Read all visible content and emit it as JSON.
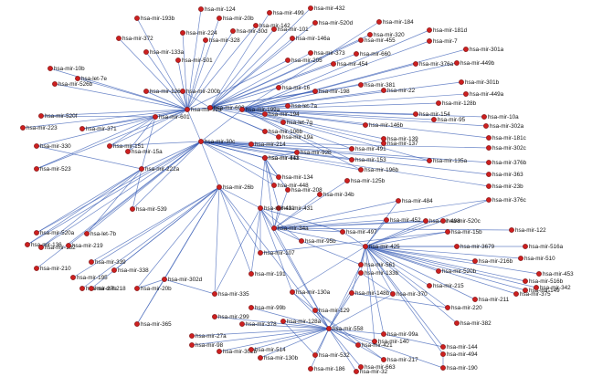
{
  "network": {
    "colors": {
      "edge": "#3a5db5",
      "node": "#cc1f1f",
      "label": "#111111"
    },
    "nodes": [
      {
        "id": "n1",
        "label": "hsa-mir-124"
      },
      {
        "id": "n2",
        "label": "hsa-mir-499"
      },
      {
        "id": "n3",
        "label": "hsa-mir-432"
      },
      {
        "id": "n4",
        "label": "hsa-mir-193b"
      },
      {
        "id": "n5",
        "label": "hsa-mir-20b"
      },
      {
        "id": "n6",
        "label": "hsa-mir-142"
      },
      {
        "id": "n7",
        "label": "hsa-mir-101"
      },
      {
        "id": "n8",
        "label": "hsa-mir-520d"
      },
      {
        "id": "n9",
        "label": "hsa-mir-184"
      },
      {
        "id": "n10",
        "label": "hsa-mir-372"
      },
      {
        "id": "n11",
        "label": "hsa-mir-224"
      },
      {
        "id": "n12",
        "label": "hsa-mir-30d"
      },
      {
        "id": "n13",
        "label": "hsa-mir-146a"
      },
      {
        "id": "n14",
        "label": "hsa-mir-320"
      },
      {
        "id": "n15",
        "label": "hsa-mir-181d"
      },
      {
        "id": "n16",
        "label": "hsa-mir-328"
      },
      {
        "id": "n17",
        "label": "hsa-mir-455"
      },
      {
        "id": "n18",
        "label": "hsa-mir-7"
      },
      {
        "id": "n19",
        "label": "hsa-mir-301a"
      },
      {
        "id": "n20",
        "label": "hsa-mir-133a"
      },
      {
        "id": "n21",
        "label": "hsa-mir-501"
      },
      {
        "id": "n22",
        "label": "hsa-mir-205"
      },
      {
        "id": "n23",
        "label": "hsa-mir-373"
      },
      {
        "id": "n24",
        "label": "hsa-mir-660"
      },
      {
        "id": "n25",
        "label": "hsa-mir-454"
      },
      {
        "id": "n26",
        "label": "hsa-mir-376a"
      },
      {
        "id": "n27",
        "label": "hsa-mir-449b"
      },
      {
        "id": "n28",
        "label": "hsa-mir-10b"
      },
      {
        "id": "n29",
        "label": "hsa-let-7e"
      },
      {
        "id": "n30",
        "label": "hsa-mir-526b"
      },
      {
        "id": "n31",
        "label": "hsa-mir-381"
      },
      {
        "id": "n32",
        "label": "hsa-mir-301b"
      },
      {
        "id": "n33",
        "label": "hsa-mir-449a"
      },
      {
        "id": "n34",
        "label": "hsa-mir-16"
      },
      {
        "id": "n35",
        "label": "hsa-mir-198"
      },
      {
        "id": "n36",
        "label": "hsa-mir-22"
      },
      {
        "id": "n37",
        "label": "hsa-mir-128b"
      },
      {
        "id": "n38",
        "label": "hsa-let-7a"
      },
      {
        "id": "n39",
        "label": "hsa-mir-154"
      },
      {
        "id": "n40",
        "label": "hsa-mir-95"
      },
      {
        "id": "n41",
        "label": "hsa-mir-10a"
      },
      {
        "id": "n42",
        "label": "hsa-mir-302a"
      },
      {
        "id": "n43",
        "label": "hsa-mir-520f"
      },
      {
        "id": "n44",
        "label": "hsa-mir-223"
      },
      {
        "id": "n45",
        "label": "hsa-mir-371"
      },
      {
        "id": "n46",
        "label": "hsa-mir-194"
      },
      {
        "id": "n47",
        "label": "hsa-let-7g"
      },
      {
        "id": "n48",
        "label": "hsa-mir-146b"
      },
      {
        "id": "n49",
        "label": "hsa-mir-139"
      },
      {
        "id": "n50",
        "label": "hsa-mir-137"
      },
      {
        "id": "n51",
        "label": "hsa-mir-181c"
      },
      {
        "id": "n52",
        "label": "hsa-mir-302c"
      },
      {
        "id": "n53",
        "label": "hsa-mir-330"
      },
      {
        "id": "n54",
        "label": "hsa-mir-15a"
      },
      {
        "id": "n55",
        "label": "hsa-mir-106b"
      },
      {
        "id": "n56",
        "label": "hsa-mir-19a"
      },
      {
        "id": "n57",
        "label": "hsa-mir-214"
      },
      {
        "id": "n58",
        "label": "hsa-mir-143"
      },
      {
        "id": "n59",
        "label": "hsa-mir-92b"
      },
      {
        "id": "n60",
        "label": "hsa-mir-491"
      },
      {
        "id": "n61",
        "label": "hsa-mir-153"
      },
      {
        "id": "n62",
        "label": "hsa-mir-196b"
      },
      {
        "id": "n63",
        "label": "hsa-mir-135a"
      },
      {
        "id": "n64",
        "label": "hsa-mir-376b"
      },
      {
        "id": "n65",
        "label": "hsa-mir-363"
      },
      {
        "id": "n66",
        "label": "hsa-mir-23b"
      },
      {
        "id": "n67",
        "label": "hsa-mir-125b"
      },
      {
        "id": "n68",
        "label": "hsa-mir-208"
      },
      {
        "id": "n69",
        "label": "hsa-mir-34b"
      },
      {
        "id": "n70",
        "label": "hsa-mir-484"
      },
      {
        "id": "n71",
        "label": "hsa-mir-376c"
      },
      {
        "id": "n72",
        "label": "hsa-mir-136"
      },
      {
        "id": "n73",
        "label": "hsa-let-7b"
      },
      {
        "id": "n74",
        "label": "hsa-mir-539"
      },
      {
        "id": "n75",
        "label": "hsa-mir-134"
      },
      {
        "id": "n76",
        "label": "hsa-mir-448"
      },
      {
        "id": "n77",
        "label": "hsa-mir-431"
      },
      {
        "id": "n78",
        "label": "hsa-mir-520a"
      },
      {
        "id": "n79",
        "label": "hsa-mir-182"
      },
      {
        "id": "n80",
        "label": "hsa-mir-219"
      },
      {
        "id": "n81",
        "label": "hsa-mir-210"
      },
      {
        "id": "n82",
        "label": "hsa-mir-452"
      },
      {
        "id": "n83",
        "label": "hsa-mir-498"
      },
      {
        "id": "n84",
        "label": "hsa-mir-520c"
      },
      {
        "id": "n85",
        "label": "hsa-mir-122"
      },
      {
        "id": "n86",
        "label": "hsa-mir-497"
      },
      {
        "id": "n87",
        "label": "hsa-mir-107"
      },
      {
        "id": "n88",
        "label": "hsa-mir-95b"
      },
      {
        "id": "n89",
        "label": "hsa-mir-3679"
      },
      {
        "id": "n90",
        "label": "hsa-mir-516a"
      },
      {
        "id": "n91",
        "label": "hsa-mir-339"
      },
      {
        "id": "n92",
        "label": "hsa-mir-338"
      },
      {
        "id": "n93",
        "label": "hsa-mir-191"
      },
      {
        "id": "n94",
        "label": "hsa-mir-561"
      },
      {
        "id": "n95",
        "label": "hsa-mir-216b"
      },
      {
        "id": "n96",
        "label": "hsa-mir-510"
      },
      {
        "id": "n97",
        "label": "hsa-mir-195"
      },
      {
        "id": "n98",
        "label": "hsa-mir-27b"
      },
      {
        "id": "n99",
        "label": "hsa-mir-218"
      },
      {
        "id": "n100",
        "label": "hsa-mir-20b"
      },
      {
        "id": "n101",
        "label": "hsa-mir-133b"
      },
      {
        "id": "n102",
        "label": "hsa-mir-520b"
      },
      {
        "id": "n103",
        "label": "hsa-mir-453"
      },
      {
        "id": "n104",
        "label": "hsa-mir-516b"
      },
      {
        "id": "n105",
        "label": "hsa-mir-149"
      },
      {
        "id": "n106",
        "label": "hsa-mir-375"
      },
      {
        "id": "n107",
        "label": "hsa-mir-342"
      },
      {
        "id": "n108",
        "label": "hsa-mir-211"
      },
      {
        "id": "n109",
        "label": "hsa-mir-335"
      },
      {
        "id": "n110",
        "label": "hsa-mir-130a"
      },
      {
        "id": "n111",
        "label": "hsa-mir-148b"
      },
      {
        "id": "n112",
        "label": "hsa-mir-370"
      },
      {
        "id": "n113",
        "label": "hsa-mir-220"
      },
      {
        "id": "n114",
        "label": "hsa-mir-99b"
      },
      {
        "id": "n115",
        "label": "hsa-mir-299"
      },
      {
        "id": "n116",
        "label": "hsa-mir-378"
      },
      {
        "id": "n117",
        "label": "hsa-mir-128a"
      },
      {
        "id": "n118",
        "label": "hsa-mir-129"
      },
      {
        "id": "n119",
        "label": "hsa-mir-382"
      },
      {
        "id": "n120",
        "label": "hsa-mir-365"
      },
      {
        "id": "n121",
        "label": "hsa-mir-27a"
      },
      {
        "id": "n122",
        "label": "hsa-mir-98"
      },
      {
        "id": "n123",
        "label": "hsa-mir-302b"
      },
      {
        "id": "n124",
        "label": "hsa-mir-514"
      },
      {
        "id": "n125",
        "label": "hsa-mir-130b"
      },
      {
        "id": "n126",
        "label": "hsa-mir-532"
      },
      {
        "id": "n127",
        "label": "hsa-mir-99a"
      },
      {
        "id": "n128",
        "label": "hsa-mir-140"
      },
      {
        "id": "n129",
        "label": "hsa-mir-144"
      },
      {
        "id": "n130",
        "label": "hsa-mir-494"
      },
      {
        "id": "n131",
        "label": "hsa-mir-217"
      },
      {
        "id": "n132",
        "label": "hsa-mir-186"
      },
      {
        "id": "n133",
        "label": "hsa-mir-663"
      },
      {
        "id": "n134",
        "label": "hsa-mir-32"
      },
      {
        "id": "n135",
        "label": "hsa-mir-190"
      },
      {
        "id": "n136",
        "label": "hsa-mir-15b"
      },
      {
        "id": "n137",
        "label": "hsa-mir-215"
      },
      {
        "id": "n138",
        "label": "hsa-mir-421"
      },
      {
        "id": "n139",
        "label": "hsa-mir-523"
      },
      {
        "id": "n140",
        "label": "hsa-mir-222a"
      },
      {
        "id": "n141",
        "label": "hsa-mir-92a"
      },
      {
        "id": "n142",
        "label": "hsa-mir-601"
      },
      {
        "id": "n143",
        "label": "hsa-mir-603"
      },
      {
        "id": "n144",
        "label": "hsa-mir-199a"
      },
      {
        "id": "n145",
        "label": "hsa-mir-30c"
      },
      {
        "id": "n146",
        "label": "hsa-mir-151"
      },
      {
        "id": "n147",
        "label": "hsa-mir-34a"
      },
      {
        "id": "n148",
        "label": "hsa-mir-411"
      },
      {
        "id": "n149",
        "label": "hsa-mir-26b"
      },
      {
        "id": "n150",
        "label": "hsa-mir-302d"
      },
      {
        "id": "n151",
        "label": "hsa-mir-126"
      },
      {
        "id": "n152",
        "label": "hsa-mir-200b"
      },
      {
        "id": "n153",
        "label": "hsa-mir-558"
      },
      {
        "id": "n154",
        "label": "hsa-mir-425"
      },
      {
        "id": "n155",
        "label": "hsa-mir-431"
      }
    ]
  }
}
